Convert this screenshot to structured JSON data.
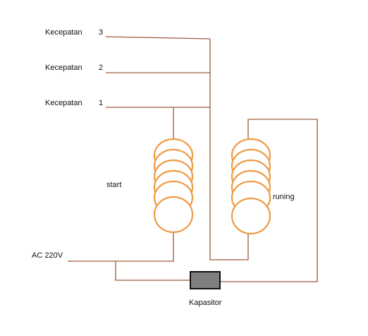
{
  "labels": {
    "speed_3_text": "Kecepatan",
    "speed_3_num": "3",
    "speed_2_text": "Kecepatan",
    "speed_2_num": "2",
    "speed_1_text": "Kecepatan",
    "speed_1_num": "1",
    "start_coil": "start",
    "running_coil": "runing",
    "power_source": "AC 220V",
    "capacitor": "Kapasitor"
  },
  "colors": {
    "wire": "#9c5a3c",
    "coil_stroke": "#ef9a45",
    "coil_fill": "#ffffff",
    "capacitor_fill": "#7f7f7f",
    "capacitor_stroke": "#111111",
    "text": "#111111"
  }
}
